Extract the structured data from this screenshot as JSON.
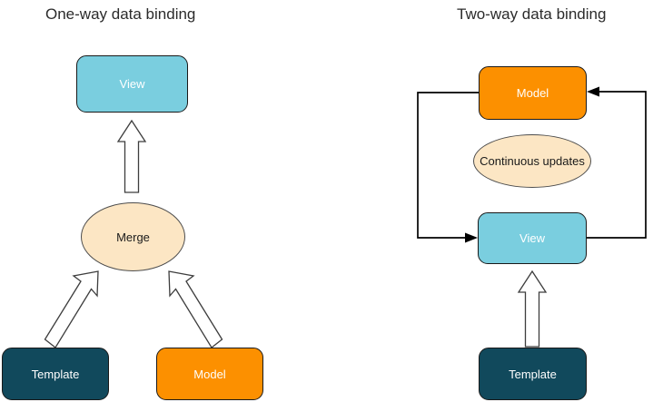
{
  "diagram": {
    "title_left": "One-way data binding",
    "title_right": "Two-way data binding",
    "colors": {
      "view": "#7ACEDF",
      "model": "#FC9000",
      "template": "#11495C",
      "ellipse": "#FCE6C4",
      "outline": "#191919",
      "connector": "#000000",
      "title_text": "#2b2b2b",
      "node_text": "#ffffff",
      "ellipse_text": "#1a1a1a",
      "background": "#ffffff"
    }
  },
  "left_panel": {
    "nodes": {
      "view": "View",
      "merge": "Merge",
      "template": "Template",
      "model": "Model"
    },
    "arrows": [
      {
        "name": "merge-to-view",
        "from": "Merge",
        "to": "View",
        "style": "block-arrow-up"
      },
      {
        "name": "template-to-merge",
        "from": "Template",
        "to": "Merge",
        "style": "block-arrow-diagonal"
      },
      {
        "name": "model-to-merge",
        "from": "Model",
        "to": "Merge",
        "style": "block-arrow-diagonal"
      }
    ]
  },
  "right_panel": {
    "nodes": {
      "model": "Model",
      "continuous_updates": "Continuous updates",
      "view": "View",
      "template": "Template"
    },
    "arrows": [
      {
        "name": "model-to-view",
        "from": "Model",
        "to": "View",
        "style": "line-arrow"
      },
      {
        "name": "view-to-model",
        "from": "View",
        "to": "Model",
        "style": "line-arrow"
      },
      {
        "name": "template-to-view",
        "from": "Template",
        "to": "View",
        "style": "block-arrow-up"
      }
    ]
  }
}
